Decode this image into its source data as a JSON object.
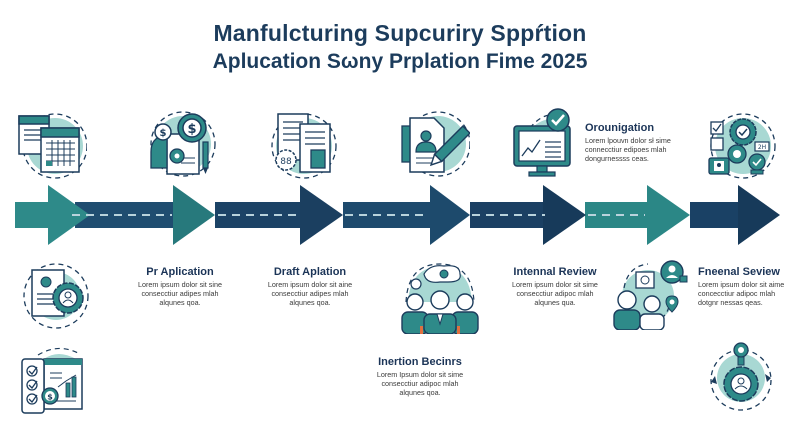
{
  "header": {
    "title": "Manfulcturing Supcuriry Sppŕtion",
    "subtitle": "Aplucation Sωny Prplation Fime 2025"
  },
  "colors": {
    "teal": "#2e8a89",
    "teal_light": "#9fd3cf",
    "navy": "#1c4366",
    "navy_dark": "#173a5a",
    "title": "#1c3c5c"
  },
  "timeline": {
    "arrows": [
      {
        "color": "teal"
      },
      {
        "color": "navy"
      },
      {
        "color": "teal"
      },
      {
        "color": "navy"
      },
      {
        "color": "navy"
      },
      {
        "color": "teal"
      },
      {
        "color": "navy"
      }
    ]
  },
  "top_icons": [
    {
      "name": "calendar-icon"
    },
    {
      "name": "finance-gear-icon"
    },
    {
      "name": "documents-icon"
    },
    {
      "name": "application-form-icon"
    },
    {
      "name": "monitor-check-icon"
    },
    {
      "name": "gears-checklist-icon"
    }
  ],
  "steps": {
    "orounigation": {
      "title": "Orounigation",
      "text": [
        "Lorem lpouvn dolor sł sime",
        "connecctiur edipoes mlah",
        "dongurnessss ceas."
      ]
    },
    "pr_aplication": {
      "title": "Pr Aplication",
      "text": [
        "Lorem ipsum dolor sit sine",
        "consecctiur adipes mlah",
        "alqunes qoa."
      ]
    },
    "draft_aplation": {
      "title": "Draft Aplation",
      "text": [
        "Lorem ipsum dolor sit aine",
        "consecctiur adipes mlah",
        "alqunes qoa."
      ]
    },
    "internal_review": {
      "title": "Intennal Review",
      "text": [
        "Lorem ipsum dolor sit sime",
        "consecctiur adipoc mlah",
        "alqunes qua."
      ]
    },
    "final_review": {
      "title": "Fneenal Seview",
      "text": [
        "Lorem ipsum dolor sit aime",
        "concecctiur adipoc mlah",
        "dotgnr nessas qeas."
      ]
    },
    "insertion_begins": {
      "title": "Inertion Becinrs",
      "text": [
        "Lorem Ipsum dolor sit sime",
        "consecctiur adipoc mlah",
        "alqunes qoa."
      ]
    }
  }
}
